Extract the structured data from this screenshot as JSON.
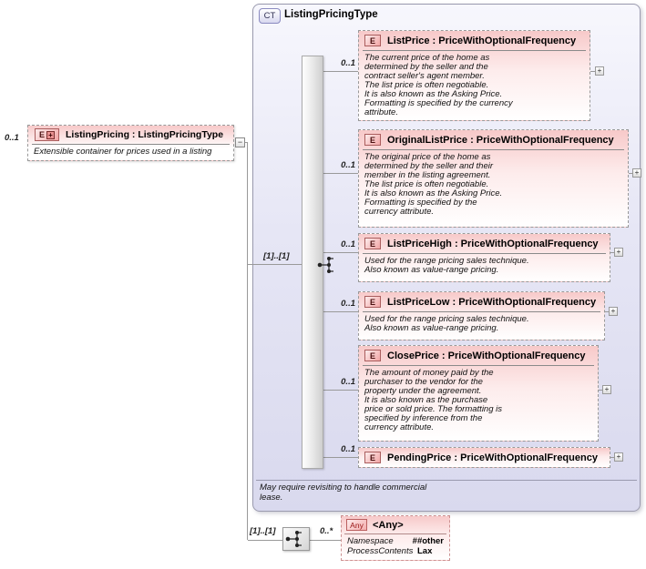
{
  "root": {
    "cardinality": "0..1",
    "badge": "E",
    "badge_plus": "+",
    "title": "ListingPricing : ListingPricingType",
    "description": "Extensible container for prices used in a listing",
    "collapse_glyph": "−"
  },
  "ct": {
    "badge": "CT",
    "title": "ListingPricingType",
    "group_cardinality": "[1]..[1]",
    "footnote": "May require revisiting to handle commercial\nlease.",
    "children": [
      {
        "cardinality": "0..1",
        "badge": "E",
        "title": "ListPrice : PriceWithOptionalFrequency",
        "description": "The current price of the home as\ndetermined by the seller and the\ncontract seller's agent member.\nThe list price is often negotiable.\nIt is also known as the Asking Price.\nFormatting is specified by the currency\nattribute.",
        "expand_glyph": "+"
      },
      {
        "cardinality": "0..1",
        "badge": "E",
        "title": "OriginalListPrice : PriceWithOptionalFrequency",
        "description": "The original price of the home as\ndetermined by the seller and their\nmember in the listing agreement.\nThe list price is often negotiable.\nIt is also known as the Asking Price.\nFormatting is specified by the\ncurrency attribute.",
        "expand_glyph": "+"
      },
      {
        "cardinality": "0..1",
        "badge": "E",
        "title": "ListPriceHigh : PriceWithOptionalFrequency",
        "description": "Used for the range pricing sales technique.\nAlso known as value-range pricing.",
        "expand_glyph": "+"
      },
      {
        "cardinality": "0..1",
        "badge": "E",
        "title": "ListPriceLow : PriceWithOptionalFrequency",
        "description": "Used for the range pricing sales technique.\nAlso known as value-range pricing.",
        "expand_glyph": "+"
      },
      {
        "cardinality": "0..1",
        "badge": "E",
        "title": "ClosePrice : PriceWithOptionalFrequency",
        "description": "The amount of money paid by the\npurchaser to the vendor for the\nproperty under the agreement.\nIt is also known as the purchase\nprice or sold price. The formatting is\nspecified by inference from the\ncurrency attribute.",
        "expand_glyph": "+"
      },
      {
        "cardinality": "0..1",
        "badge": "E",
        "title": "PendingPrice : PriceWithOptionalFrequency",
        "description": "",
        "expand_glyph": "+"
      }
    ]
  },
  "any": {
    "group_cardinality": "[1]..[1]",
    "cardinality": "0..*",
    "badge": "Any",
    "title": "<Any>",
    "rows": [
      {
        "label": "Namespace",
        "value": "##other"
      },
      {
        "label": "ProcessContents",
        "value": "Lax"
      }
    ]
  },
  "colors": {
    "element_pink": "#f7c9c9",
    "container_lavender": "#e2e2f4",
    "connector_gray": "#999999"
  }
}
